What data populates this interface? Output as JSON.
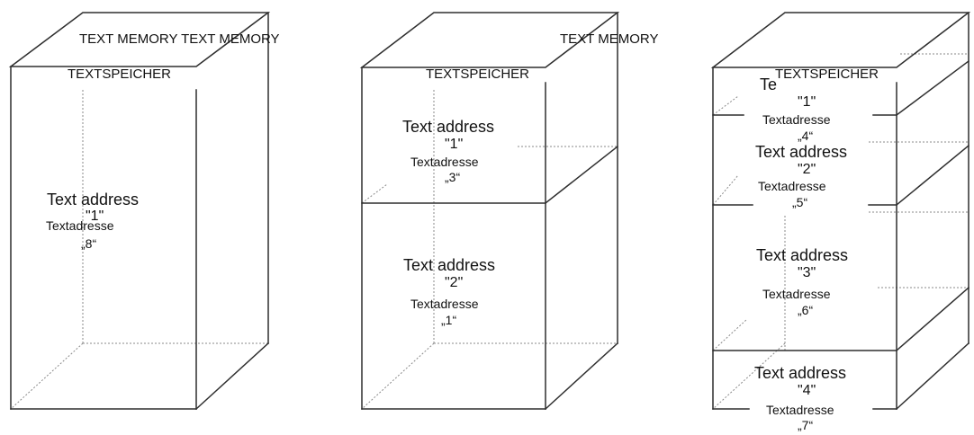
{
  "boxes": [
    {
      "header_en": "TEXT MEMORY TEXT MEMORY",
      "header_de": "TEXTSPEICHER",
      "overlap_fragment": "",
      "sections": [
        {
          "address_en": "Text address",
          "address_no": "\"1\"",
          "address_de": "Textadresse",
          "address_de_no": "„8“"
        }
      ]
    },
    {
      "header_en": "TEXT MEMORY",
      "header_de": "TEXTSPEICHER",
      "overlap_fragment": "",
      "sections": [
        {
          "address_en": "Text address",
          "address_no": "\"1\"",
          "address_de": "Textadresse",
          "address_de_no": "„3“"
        },
        {
          "address_en": "Text address",
          "address_no": "\"2\"",
          "address_de": "Textadresse",
          "address_de_no": "„1“"
        }
      ]
    },
    {
      "header_en": "",
      "header_de": "TEXTSPEICHER",
      "overlap_fragment": "Te",
      "sections": [
        {
          "address_en": "",
          "address_no": "\"1\"",
          "address_de": "Textadresse",
          "address_de_no": "„4“"
        },
        {
          "address_en": "Text address",
          "address_no": "\"2\"",
          "address_de": "Textadresse",
          "address_de_no": "„5“"
        },
        {
          "address_en": "Text address",
          "address_no": "\"3\"",
          "address_de": "Textadresse",
          "address_de_no": "„6“"
        },
        {
          "address_en": "Text address",
          "address_no": "\"4\"",
          "address_de": "Textadresse",
          "address_de_no": "„7“"
        }
      ]
    }
  ]
}
